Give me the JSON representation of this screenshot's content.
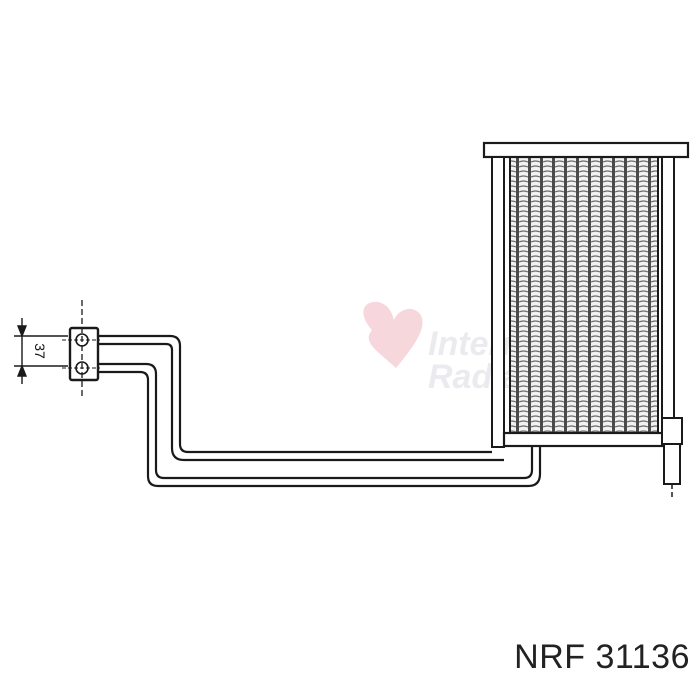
{
  "caption": "NRF 31136",
  "dimension_label": "37",
  "watermark": {
    "line1": "International",
    "line2": "Radiators"
  },
  "colors": {
    "line": "#1a1a1a",
    "core_fill": "#dcdcdc",
    "watermark": "#f3c7cf",
    "watermark_text": "#e8e8ec"
  }
}
